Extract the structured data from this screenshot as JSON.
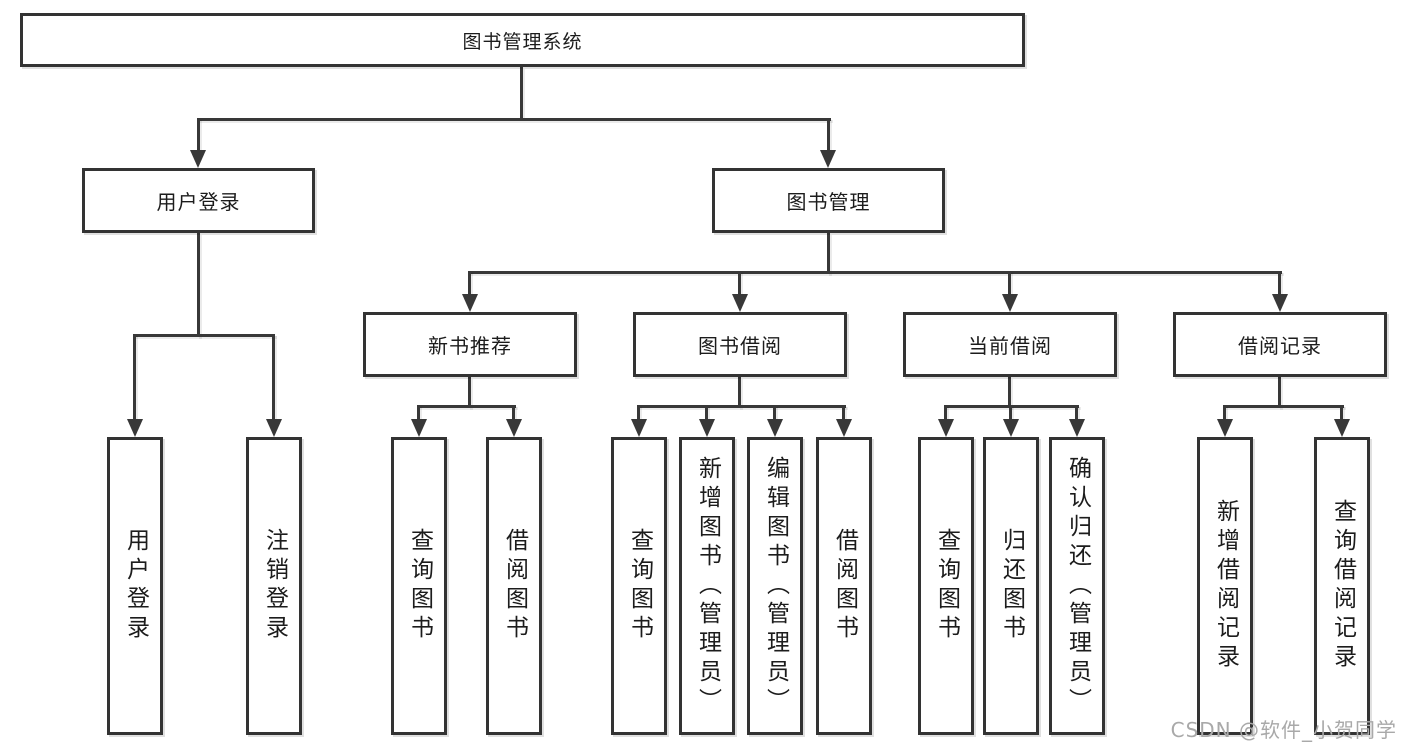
{
  "diagram": {
    "title": "图书管理系统",
    "root": {
      "label": "图书管理系统"
    },
    "level1": [
      {
        "id": "user-login",
        "label": "用户登录"
      },
      {
        "id": "book-management",
        "label": "图书管理"
      }
    ],
    "level2": [
      {
        "id": "new-book-recommendation",
        "label": "新书推荐",
        "parent": "图书管理"
      },
      {
        "id": "book-borrowing",
        "label": "图书借阅",
        "parent": "图书管理"
      },
      {
        "id": "current-borrowing",
        "label": "当前借阅",
        "parent": "图书管理"
      },
      {
        "id": "borrowing-records",
        "label": "借阅记录",
        "parent": "图书管理"
      }
    ],
    "leaves": [
      {
        "label": "用户登录",
        "parent": "用户登录"
      },
      {
        "label": "注销登录",
        "parent": "用户登录"
      },
      {
        "label": "查询图书",
        "parent": "新书推荐"
      },
      {
        "label": "借阅图书",
        "parent": "新书推荐"
      },
      {
        "label": "查询图书",
        "parent": "图书借阅"
      },
      {
        "label": "新增图书（管理员）",
        "parent": "图书借阅"
      },
      {
        "label": "编辑图书（管理员）",
        "parent": "图书借阅"
      },
      {
        "label": "借阅图书",
        "parent": "图书借阅"
      },
      {
        "label": "查询图书",
        "parent": "当前借阅"
      },
      {
        "label": "归还图书",
        "parent": "当前借阅"
      },
      {
        "label": "确认归还（管理员）",
        "parent": "当前借阅"
      },
      {
        "label": "新增借阅记录",
        "parent": "借阅记录"
      },
      {
        "label": "查询借阅记录",
        "parent": "借阅记录"
      }
    ],
    "watermark": "CSDN @软件_小贺同学",
    "colors": {
      "line": "#383838",
      "border": "#333333",
      "text": "#1c1c1c",
      "watermark": "#a9a9a9",
      "background": "#ffffff"
    }
  }
}
